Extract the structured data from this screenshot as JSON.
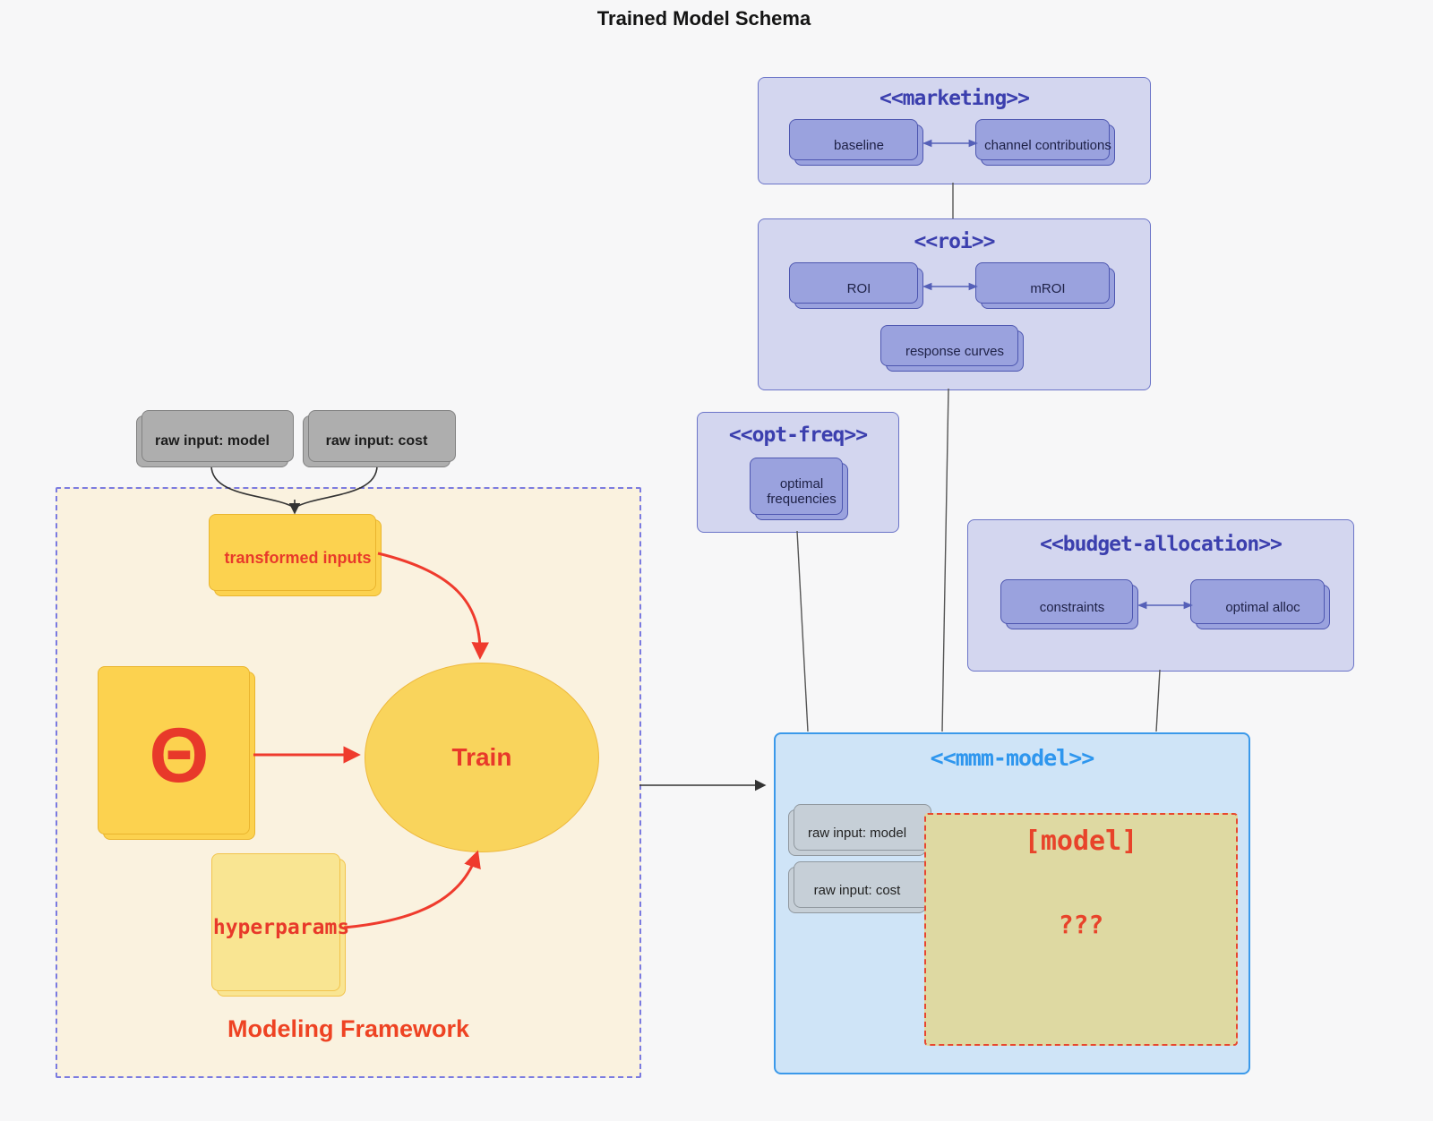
{
  "title": "Trained Model Schema",
  "colors": {
    "red_accent": "#e8432a",
    "indigo_title": "#3b3fae",
    "blue_title": "#2e96ee",
    "yellow_node": "#fcd24f",
    "purple_node": "#9aa2de",
    "purple_container_fill": "#d3d6ef",
    "mmm_container_fill": "#cfe4f7",
    "framework_fill": "#faf2df",
    "model_box_fill": "#ded9a2"
  },
  "external_inputs": {
    "raw_model": "raw input: model",
    "raw_cost": "raw input: cost"
  },
  "framework": {
    "label": "Modeling Framework",
    "transformed": "transformed inputs",
    "theta": "Θ",
    "train": "Train",
    "hyperparams": "hyperparams"
  },
  "marketing": {
    "title": "<<marketing>>",
    "nodes": [
      "baseline",
      "channel contributions"
    ]
  },
  "roi": {
    "title": "<<roi>>",
    "nodes": [
      "ROI",
      "mROI",
      "response curves"
    ]
  },
  "opt_freq": {
    "title": "<<opt-freq>>",
    "node": "optimal frequencies"
  },
  "budget": {
    "title": "<<budget-allocation>>",
    "nodes": [
      "constraints",
      "optimal alloc"
    ]
  },
  "mmm": {
    "title": "<<mmm-model>>",
    "raw_model": "raw input: model",
    "raw_cost": "raw input: cost",
    "model_label": "[model]",
    "model_placeholder": "???"
  }
}
